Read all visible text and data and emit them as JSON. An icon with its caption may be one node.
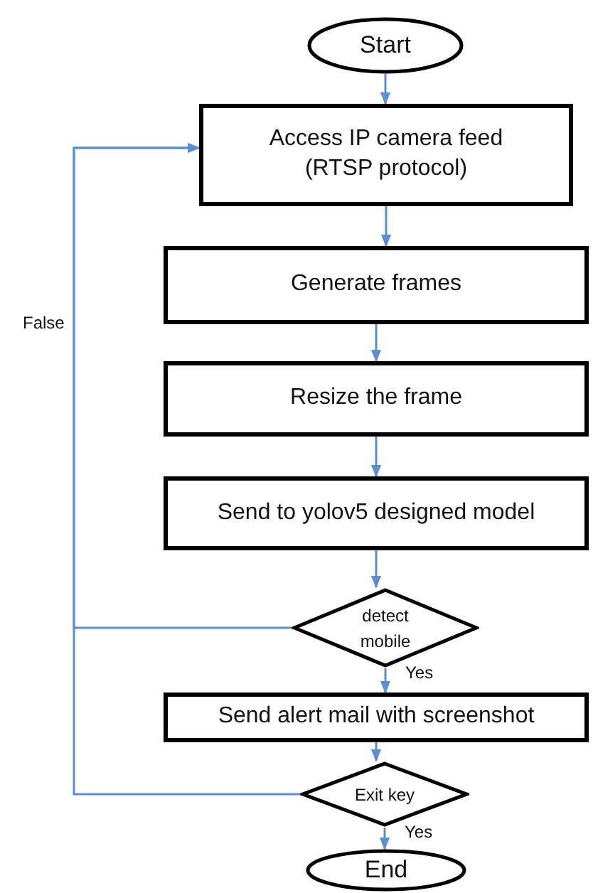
{
  "diagram": {
    "nodes": [
      {
        "text": [
          "Start"
        ]
      },
      {
        "text": [
          "Access IP camera feed (RTSP protocol)"
        ]
      },
      {
        "text": [
          "Generate frames"
        ]
      },
      {
        "text": [
          "Resize the frame"
        ]
      },
      {
        "text": [
          "Send to yolov5 designed model"
        ]
      },
      {
        "text": [
          "detect mobile"
        ]
      },
      {
        "text": [
          "Send alert mail with screenshot"
        ]
      },
      {
        "text": [
          "Exit key"
        ]
      },
      {
        "text": [
          "End"
        ]
      }
    ],
    "edges": [
      {
        "from": 0,
        "to": 1,
        "arrow": "to"
      },
      {
        "from": 1,
        "to": 2,
        "arrow": "to"
      },
      {
        "from": 2,
        "to": 3,
        "arrow": "to"
      },
      {
        "from": 3,
        "to": 4,
        "arrow": "to"
      },
      {
        "from": 4,
        "to": 5,
        "arrow": "to"
      },
      {
        "from": 5,
        "to": 6,
        "label": "Yes",
        "arrow": "to"
      },
      {
        "from": 6,
        "to": 7,
        "arrow": "to"
      },
      {
        "from": 7,
        "to": 8,
        "label": "Yes",
        "arrow": "to"
      },
      {
        "from": 5,
        "to": 1,
        "label": "False",
        "arrow": "to"
      },
      {
        "from": 7,
        "to": 1,
        "arrow": "to"
      }
    ]
  }
}
